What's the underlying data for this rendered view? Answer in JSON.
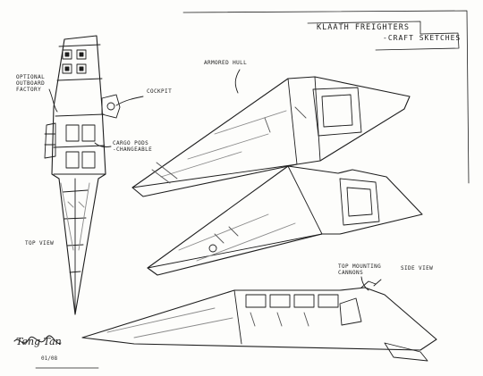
{
  "title": {
    "line1": "KLAATH FREIGHTERS",
    "line2": "-CRAFT SKETCHES"
  },
  "labels": {
    "optional_outboard_factory": "OPTIONAL\nOUTBOARD\nFACTORY",
    "cockpit": "COCKPIT",
    "cargo_pods": "CARGO PODS\n-CHANGEABLE",
    "top_view": "TOP VIEW",
    "armored_hull": "ARMORED HULL",
    "top_mounting_cannons": "TOP MOUNTING\nCANNONS",
    "side_view": "SIDE VIEW"
  },
  "signature": {
    "name": "Teng Tan",
    "date": "01/08"
  },
  "colors": {
    "ink": "#1e1e1e",
    "paper": "#fdfdfb",
    "shade": "#8a8a8a"
  }
}
